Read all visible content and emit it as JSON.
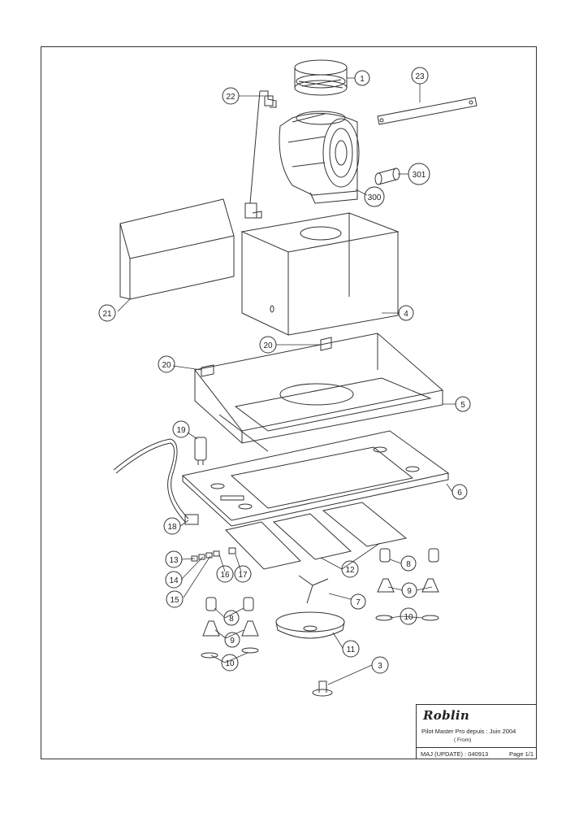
{
  "callouts": {
    "c1": "1",
    "c22": "22",
    "c23": "23",
    "c301": "301",
    "c300": "300",
    "c21": "21",
    "c4": "4",
    "c20a": "20",
    "c20b": "20",
    "c5": "5",
    "c19": "19",
    "c6": "6",
    "c18": "18",
    "c12": "12",
    "c8a": "8",
    "c13": "13",
    "c14": "14",
    "c15": "15",
    "c16": "16",
    "c17": "17",
    "c9a": "9",
    "c7": "7",
    "c8b": "8",
    "c10a": "10",
    "c9b": "9",
    "c11": "11",
    "c10b": "10",
    "c3": "3"
  },
  "title_block": {
    "brand": "Roblin",
    "model": "Pilot Master Pro depuis : Juin 2004",
    "from": "( From)",
    "update": "MAJ (UPDATE) : 040913",
    "page": "Page 1/1"
  }
}
